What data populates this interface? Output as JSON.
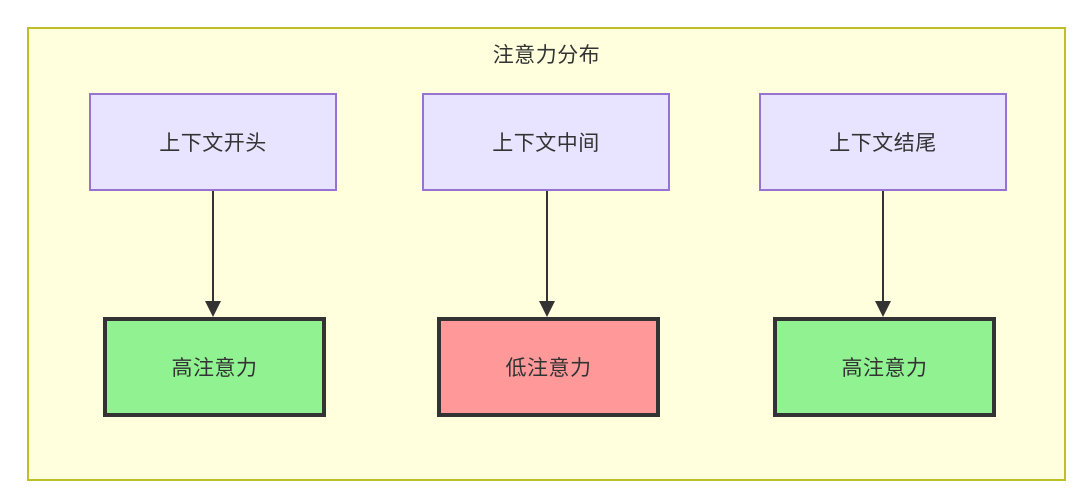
{
  "diagram": {
    "title": "注意力分布",
    "container": {
      "name": "attention-distribution-subgraph",
      "background_color": "#FFFFDE",
      "border_color": "#BFBF2A"
    },
    "context_nodes": [
      {
        "id": "ctx-start",
        "label": "上下文开头",
        "fill": "#E8E4FF",
        "stroke": "#9673D3"
      },
      {
        "id": "ctx-middle",
        "label": "上下文中间",
        "fill": "#E8E4FF",
        "stroke": "#9673D3"
      },
      {
        "id": "ctx-end",
        "label": "上下文结尾",
        "fill": "#E8E4FF",
        "stroke": "#9673D3"
      }
    ],
    "attention_nodes": [
      {
        "id": "attn-high-start",
        "label": "高注意力",
        "level": "high",
        "fill": "#91F291",
        "stroke": "#333333"
      },
      {
        "id": "attn-low-middle",
        "label": "低注意力",
        "level": "low",
        "fill": "#FF9999",
        "stroke": "#333333"
      },
      {
        "id": "attn-high-end",
        "label": "高注意力",
        "level": "high",
        "fill": "#91F291",
        "stroke": "#333333"
      }
    ],
    "edges": [
      {
        "from": "ctx-start",
        "to": "attn-high-start",
        "arrow": "down",
        "color": "#333333"
      },
      {
        "from": "ctx-middle",
        "to": "attn-low-middle",
        "arrow": "down",
        "color": "#333333"
      },
      {
        "from": "ctx-end",
        "to": "attn-high-end",
        "arrow": "down",
        "color": "#333333"
      }
    ]
  }
}
